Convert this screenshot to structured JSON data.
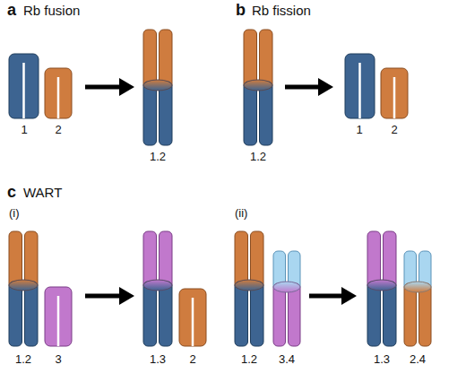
{
  "diagram": {
    "labels": [
      "a",
      "Rb fusion",
      "1",
      "2",
      "1.2",
      "b",
      "Rb fission",
      "1.2",
      "1",
      "2",
      "c",
      "WART",
      "(i)",
      "1.2",
      "3",
      "1.3",
      "2",
      "(ii)",
      "1.2",
      "3.4",
      "1.3",
      "2.4"
    ]
  }
}
